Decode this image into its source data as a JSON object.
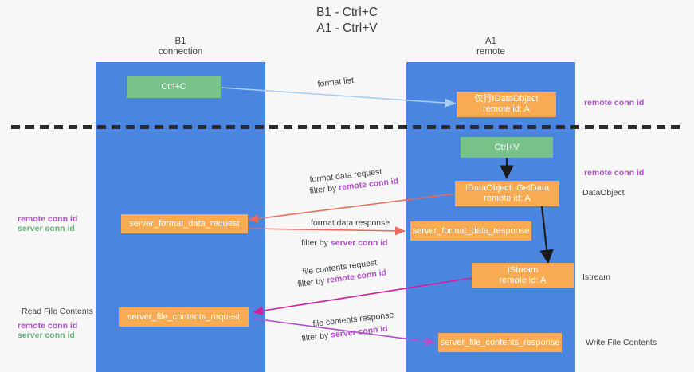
{
  "title": {
    "line1": "B1 - Ctrl+C",
    "line2": "A1 - Ctrl+V"
  },
  "lanes": [
    {
      "name": "B1",
      "sub": "connection",
      "color": "#4a86e0"
    },
    {
      "name": "A1",
      "sub": "remote",
      "color": "#4a86e0"
    }
  ],
  "colors": {
    "lane": "#4a86e0",
    "green_box": "#76c289",
    "orange_box": "#f9ab54",
    "purple_text": "#b14fc8",
    "green_text": "#63b377",
    "arrow_blue": "#a8cdf0",
    "arrow_black": "#1a1a1a",
    "arrow_red": "#ec6a5e",
    "arrow_magenta": "#d81b9b",
    "arrow_violet": "#b14fc8",
    "background": "#f7f7f7"
  },
  "boxes": {
    "ctrl_c": "Ctrl+C",
    "ctrl_v": "Ctrl+V",
    "idataobject": {
      "line1": "仅行IDataObject",
      "line2": "remote id: A"
    },
    "getdata": {
      "line1": "IDataObject::GetData",
      "line2": "remote id: A"
    },
    "istream": {
      "line1": "IStream",
      "line2": "remote id: A"
    },
    "server_format_data_request": "server_format_data_request",
    "server_format_data_response": "server_format_data_response",
    "server_file_contents_request": "server_file_contents_request",
    "server_file_contents_response": "server_file_contents_response"
  },
  "edge_labels": {
    "format_list": "format list",
    "format_data_request": "format data request",
    "format_data_response": "format data response",
    "file_contents_request": "file contents request",
    "file_contents_response": "file contents response",
    "filter_by": "filter by ",
    "remote_conn_id": "remote conn id",
    "server_conn_id": "server conn id"
  },
  "side_labels": {
    "right_remote_conn_id_top": "remote conn id",
    "right_remote_conn_id_mid": "remote conn id",
    "right_dataobject": "DataObject",
    "right_istream": "Istream",
    "right_write_file_contents": "Write File Contents",
    "left_remote_conn_id": "remote conn id",
    "left_server_conn_id": "server conn id",
    "left_read_file_contents": "Read File Contents",
    "left_remote_conn_id2": "remote conn id",
    "left_server_conn_id2": "server conn id"
  }
}
